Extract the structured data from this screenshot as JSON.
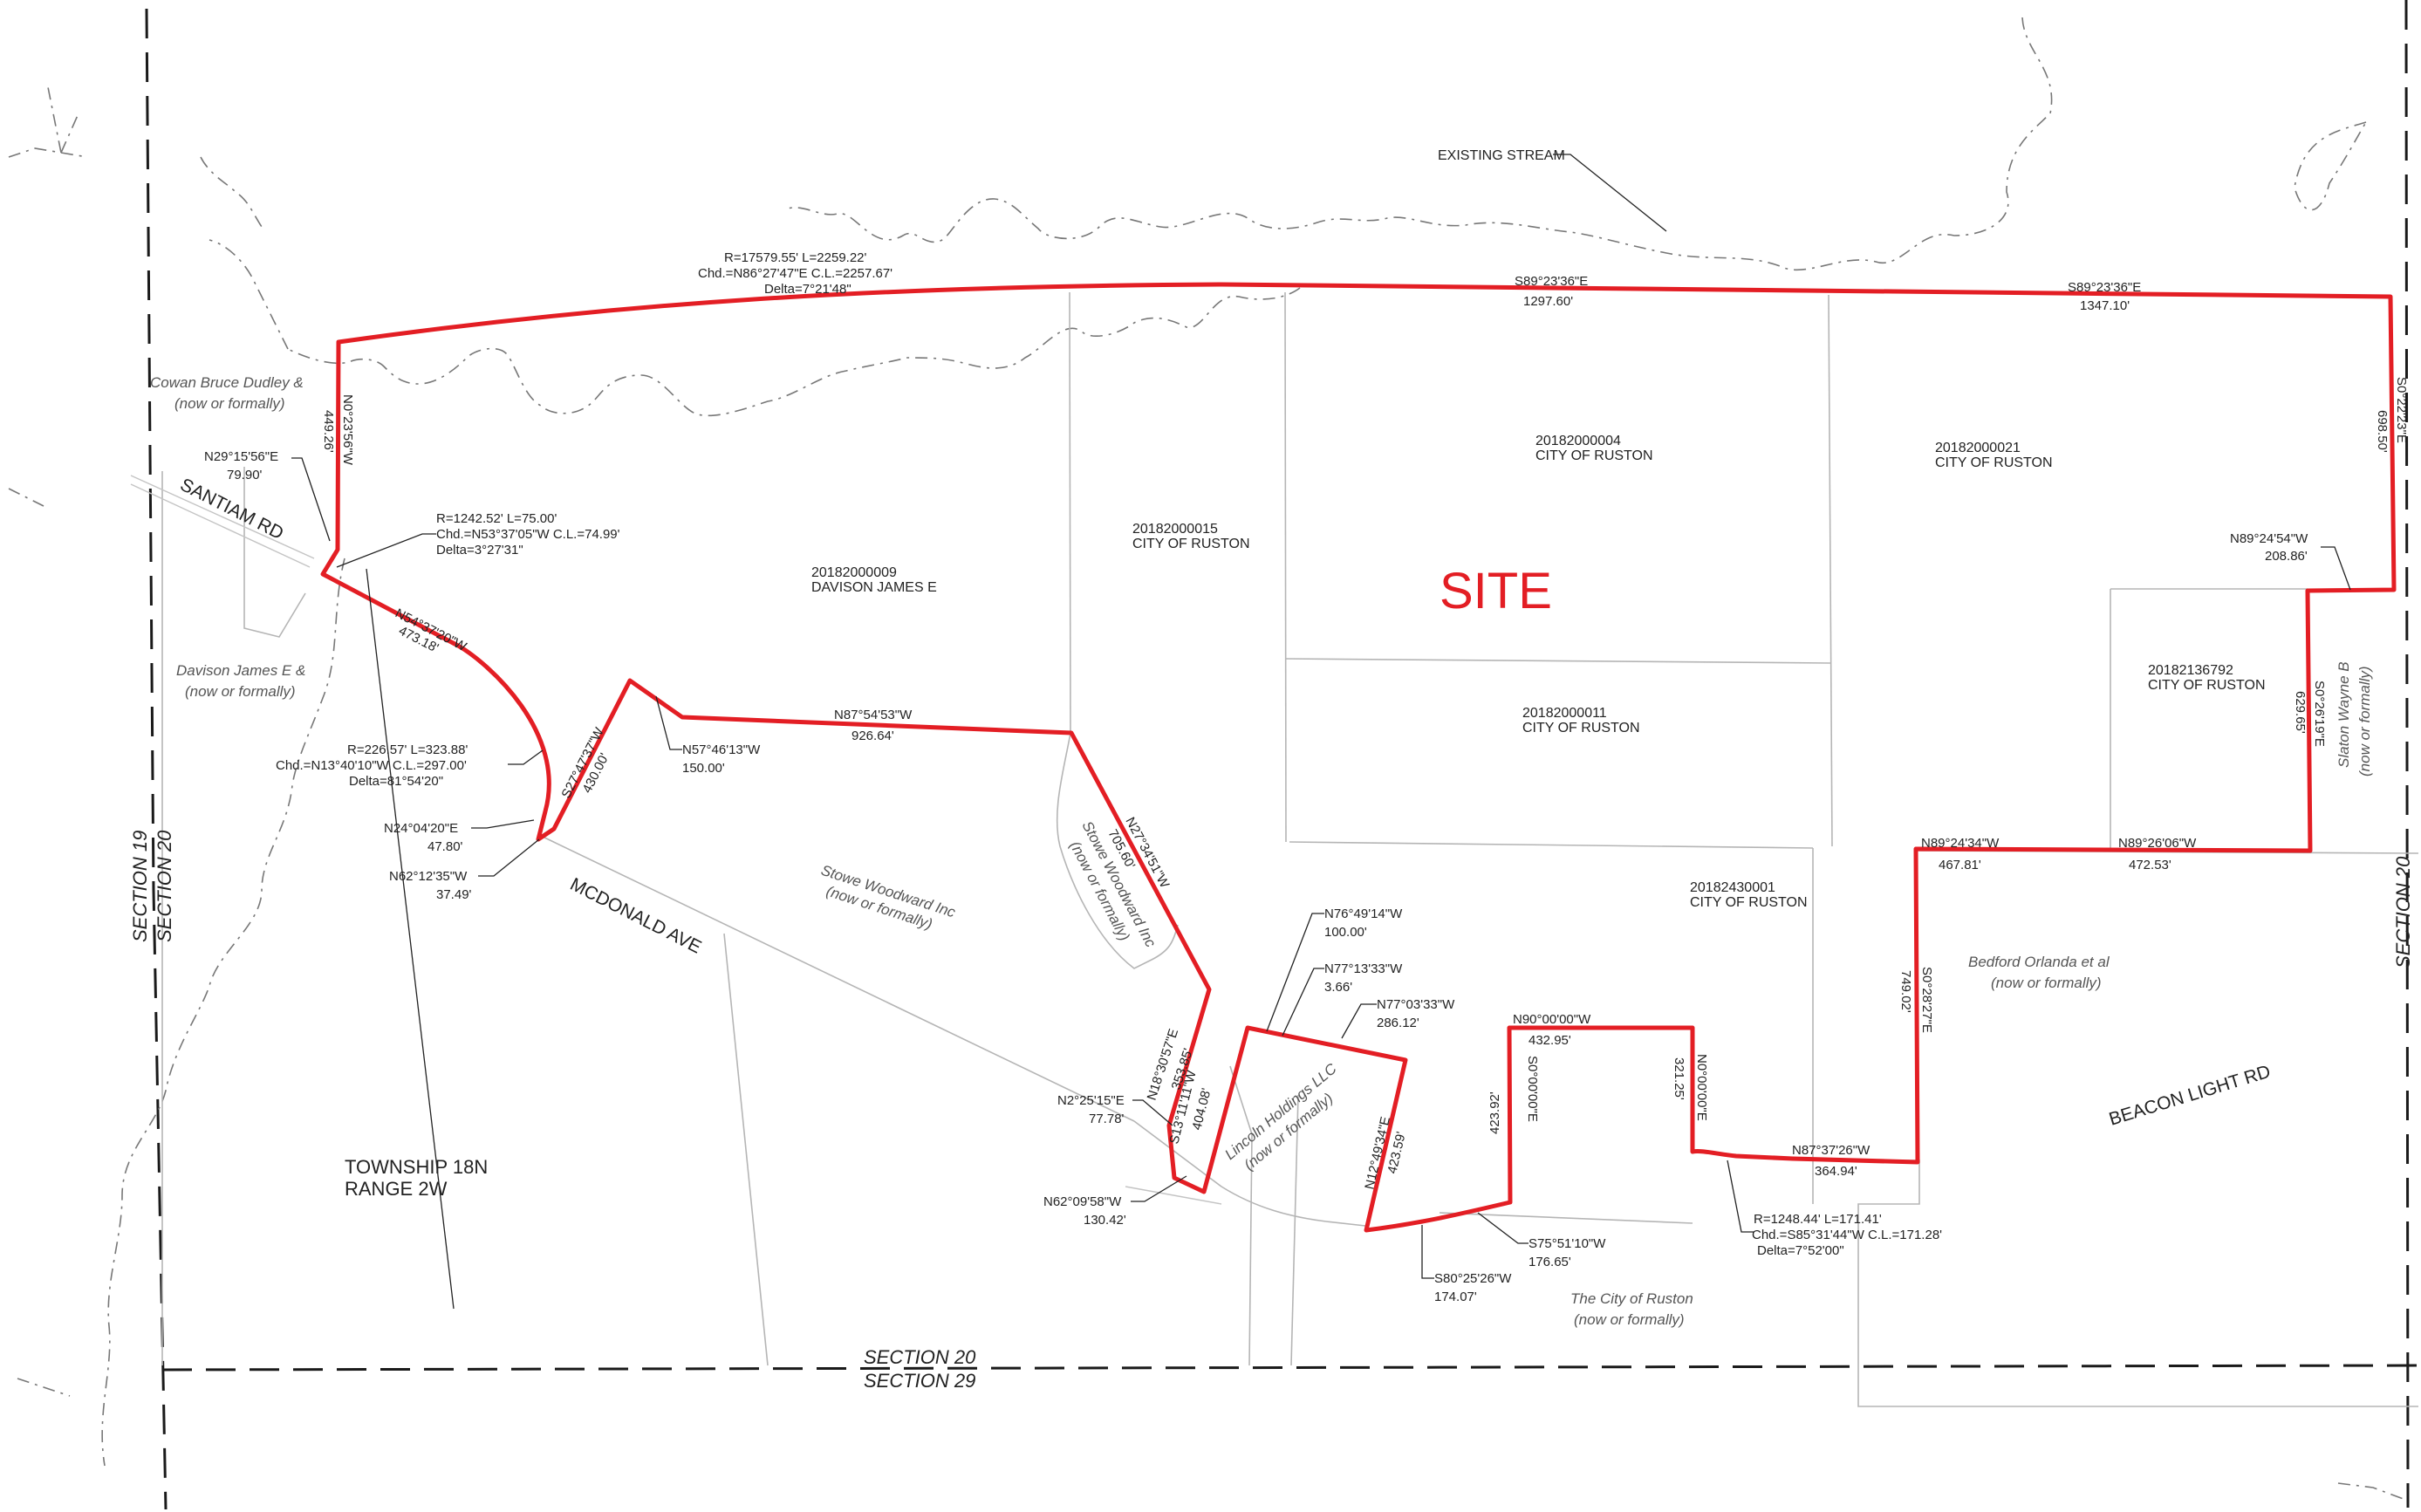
{
  "site_label": "SITE",
  "stream_label": "EXISTING STREAM",
  "roads": {
    "santiam": "SANTIAM RD",
    "mcdonald": "MCDONALD AVE",
    "beacon": "BEACON LIGHT RD"
  },
  "sections": {
    "s19": "SECTION 19",
    "s20_left": "SECTION 20",
    "s20_bottom": "SECTION 20",
    "s29": "SECTION 29",
    "s20_right": "SECTION 20"
  },
  "township": {
    "line1": "TOWNSHIP 18N",
    "line2": "RANGE 2W"
  },
  "parcels": {
    "p9": {
      "id": "20182000009",
      "owner": "DAVISON JAMES E"
    },
    "p15": {
      "id": "20182000015",
      "owner": "CITY OF RUSTON"
    },
    "p4": {
      "id": "20182000004",
      "owner": "CITY OF RUSTON"
    },
    "p21": {
      "id": "20182000021",
      "owner": "CITY OF RUSTON"
    },
    "p11": {
      "id": "20182000011",
      "owner": "CITY OF RUSTON"
    },
    "p136": {
      "id": "20182136792",
      "owner": "CITY OF RUSTON"
    },
    "p43": {
      "id": "20182430001",
      "owner": "CITY OF RUSTON"
    }
  },
  "owners": {
    "cowan": {
      "name": "Cowan Bruce Dudley &",
      "note": "(now or formally)"
    },
    "davison": {
      "name": "Davison James E &",
      "note": "(now or formally)"
    },
    "stowe1": {
      "name": "Stowe Woodward Inc",
      "note": "(now or formally)"
    },
    "stowe2": {
      "name": "Stowe Woodward Inc",
      "note": "(now or formally)"
    },
    "lincoln": {
      "name": "Lincoln Holdings LLC",
      "note": "(now or formally)"
    },
    "slaton": {
      "name": "Slaton Wayne B",
      "note": "(now or formally)"
    },
    "bedford": {
      "name": "Bedford Orlanda et al",
      "note": "(now or formally)"
    },
    "ruston": {
      "name": "The City of Ruston",
      "note": "(now or formally)"
    }
  },
  "calls": {
    "curve_north": {
      "l1": "R=17579.55'  L=2259.22'",
      "l2": "Chd.=N86°27'47\"E  C.L.=2257.67'",
      "l3": "Delta=7°21'48\""
    },
    "n1_bearing": "S89°23'36\"E",
    "n1_dist": "1297.60'",
    "n2_bearing": "S89°23'36\"E",
    "n2_dist": "1347.10'",
    "e1_bearing": "S0°22'23\"E",
    "e1_dist": "698.50'",
    "ne_bearing": "N89°24'54\"W",
    "ne_dist": "208.86'",
    "e2_bearing": "S0°26'19\"E",
    "e2_dist": "629.65'",
    "m1_bearing": "N89°26'06\"W",
    "m1_dist": "472.53'",
    "m2_bearing": "N89°24'34\"W",
    "m2_dist": "467.81'",
    "e3_bearing": "S0°28'27\"E",
    "e3_dist": "749.02'",
    "s1_bearing": "N87°37'26\"W",
    "s1_dist": "364.94'",
    "curve_se": {
      "l1": "R=1248.44'  L=171.41'",
      "l2": "Chd.=S85°31'44\"W  C.L.=171.28'",
      "l3": "Delta=7°52'00\""
    },
    "box_e_bearing": "N0°00'00\"E",
    "box_e_dist": "321.25'",
    "box_n_bearing": "N90°00'00\"W",
    "box_n_dist": "432.95'",
    "box_w_bearing": "S0°00'00\"E",
    "box_w_dist": "423.92'",
    "s2_bearing": "S75°51'10\"W",
    "s2_dist": "176.65'",
    "s3_bearing": "S80°25'26\"W",
    "s3_dist": "174.07'",
    "l1_bearing": "N12°49'34\"E",
    "l1_dist": "423.59'",
    "l2_bearing": "N77°03'33\"W",
    "l2_dist": "286.12'",
    "l3_bearing": "N77°13'33\"W",
    "l3_dist": "3.66'",
    "l4_bearing": "N76°49'14\"W",
    "l4_dist": "100.00'",
    "l5_bearing": "S13°11'11\"W",
    "l5_dist": "404.08'",
    "l6_bearing": "N62°09'58\"W",
    "l6_dist": "130.42'",
    "l7_bearing": "N2°25'15\"E",
    "l7_dist": "77.78'",
    "l8_bearing": "N18°30'57\"E",
    "l8_dist": "353.85'",
    "w1_bearing": "N27°34'51\"W",
    "w1_dist": "705.60'",
    "w2_bearing": "N87°54'53\"W",
    "w2_dist": "926.64'",
    "w3_bearing": "N57°46'13\"W",
    "w3_dist": "150.00'",
    "w4_bearing": "S27°47'37\"W",
    "w4_dist": "430.00'",
    "w5_bearing": "N62°12'35\"W",
    "w5_dist": "37.49'",
    "w6_bearing": "N24°04'20\"E",
    "w6_dist": "47.80'",
    "curve_w": {
      "l1": "R=226.57'  L=323.88'",
      "l2": "Chd.=N13°40'10\"W  C.L.=297.00'",
      "l3": "Delta=81°54'20\""
    },
    "w7_bearing": "N54°37'20\"W",
    "w7_dist": "473.18'",
    "curve_nw": {
      "l1": "R=1242.52'  L=75.00'",
      "l2": "Chd.=N53°37'05\"W  C.L.=74.99'",
      "l3": "Delta=3°27'31\""
    },
    "w8_bearing": "N29°15'56\"E",
    "w8_dist": "79.90'",
    "w9_bearing": "N0°23'56\"W",
    "w9_dist": "449.26'"
  },
  "colors": {
    "boundary": "#e31e24",
    "lines": "#b5b5b5",
    "text": "#222222"
  }
}
